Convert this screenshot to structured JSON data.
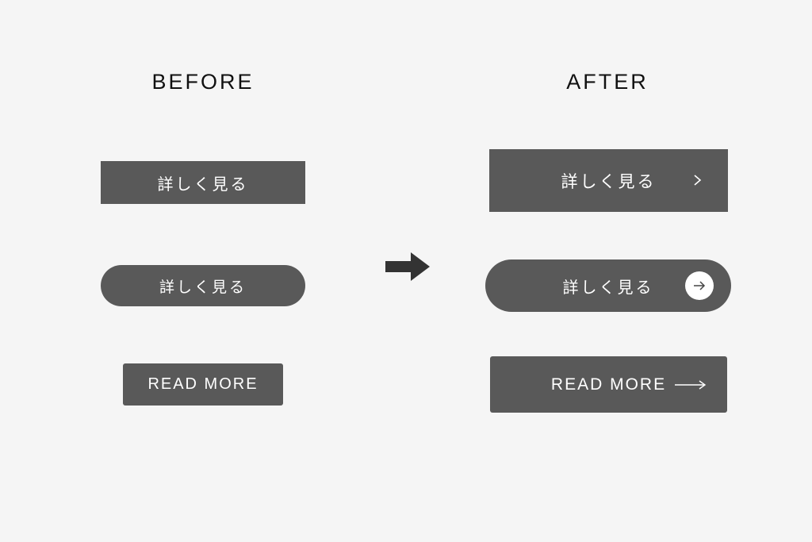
{
  "headings": {
    "before": "BEFORE",
    "after": "AFTER"
  },
  "before": {
    "button_square_label": "詳しく見る",
    "button_pill_label": "詳しく見る",
    "button_read_more_label": "READ MORE"
  },
  "after": {
    "button_square_label": "詳しく見る",
    "button_pill_label": "詳しく見る",
    "button_read_more_label": "READ MORE"
  },
  "icons": {
    "center": "arrow-right-icon",
    "square": "chevron-right-icon",
    "pill": "circle-arrow-right-icon",
    "read_more": "long-arrow-right-icon"
  },
  "colors": {
    "background": "#f5f5f5",
    "button": "#595959",
    "text_on_button": "#ffffff",
    "heading": "#111111",
    "arrow": "#333333"
  }
}
